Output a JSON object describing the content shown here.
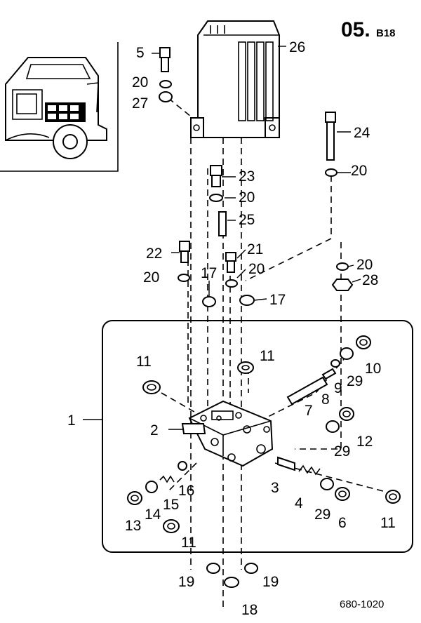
{
  "header": {
    "page_code": "05.",
    "page_suffix": "B18"
  },
  "footer": {
    "drawing_number": "680-1020"
  },
  "callouts": {
    "c1": "1",
    "c2": "2",
    "c3": "3",
    "c4": "4",
    "c5": "5",
    "c6": "6",
    "c7": "7",
    "c8": "8",
    "c9": "9",
    "c10": "10",
    "c11a": "11",
    "c11b": "11",
    "c11c": "11",
    "c11d": "11",
    "c12": "12",
    "c13": "13",
    "c14": "14",
    "c15": "15",
    "c16": "16",
    "c17a": "17",
    "c17b": "17",
    "c18": "18",
    "c19a": "19",
    "c19b": "19",
    "c20a": "20",
    "c20b": "20",
    "c20c": "20",
    "c20d": "20",
    "c20e": "20",
    "c20f": "20",
    "c21": "21",
    "c22": "22",
    "c23": "23",
    "c24": "24",
    "c25": "25",
    "c26": "26",
    "c27": "27",
    "c28": "28",
    "c29a": "29",
    "c29b": "29",
    "c29c": "29"
  }
}
